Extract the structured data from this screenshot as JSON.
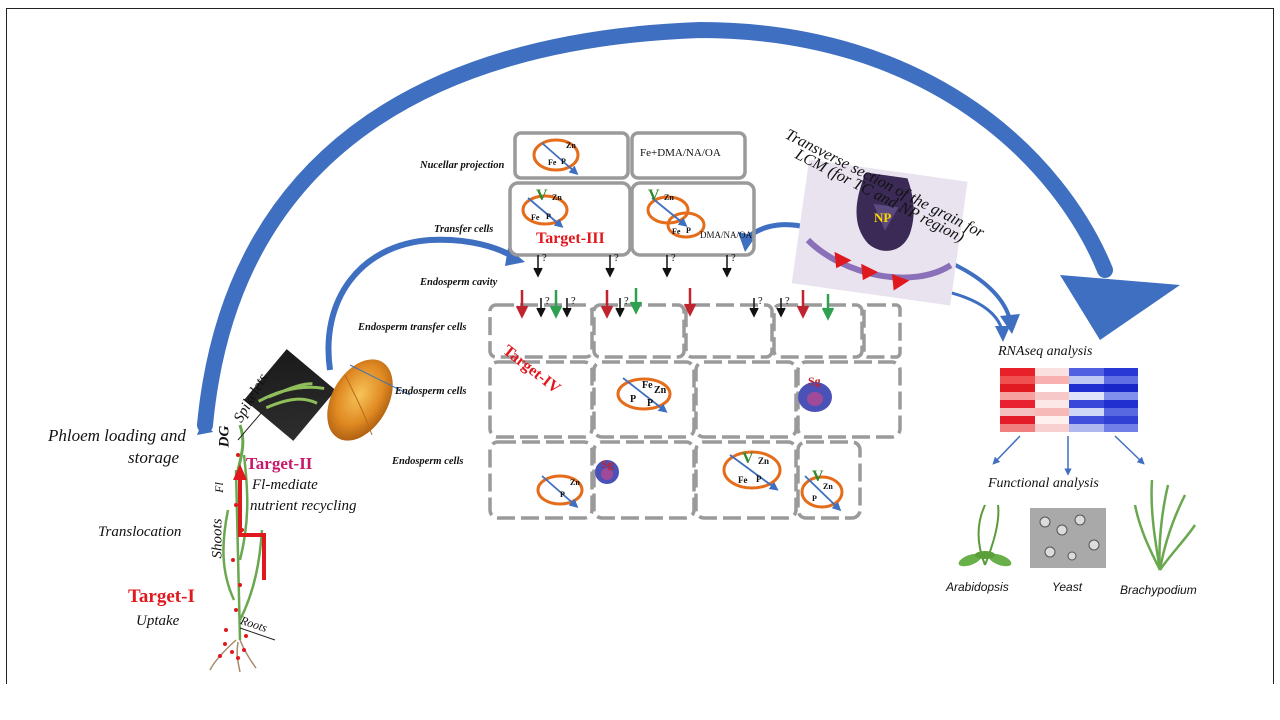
{
  "labels": {
    "phloem_loading": "Phloem loading and",
    "storage": "storage",
    "translocation": "Translocation",
    "target_i": "Target-I",
    "uptake": "Uptake",
    "roots": "Roots",
    "shoots": "Shoots",
    "fl": "Fl",
    "dg": "DG",
    "spikelets": "Spikelets",
    "target_ii": "Target-II",
    "fl_mediate": "Fl-mediate",
    "nutrient_recycling": "nutrient recycling",
    "nucellar_projection": "Nucellar projection",
    "transfer_cells": "Transfer cells",
    "endosperm_cavity": "Endosperm cavity",
    "endosperm_transfer_cells": "Endosperm transfer cells",
    "endosperm_cells_1": "Endosperm cells",
    "endosperm_cells_2": "Endosperm cells",
    "target_iii": "Target-III",
    "target_iv": "Target-IV",
    "fe_dma": "Fe+DMA/NA/OA",
    "dma_na_oa": "DMA/NA/OA",
    "transverse_1": "Transverse section of the grain for",
    "transverse_2": "LCM (for TC and NP region)",
    "np": "NP",
    "rnaseq": "RNAseq analysis",
    "functional": "Functional analysis",
    "arabidopsis": "Arabidopsis",
    "yeast": "Yeast",
    "brachypodium": "Brachypodium"
  },
  "cell_marks": {
    "zn": "Zn",
    "fe": "Fe",
    "p": "P",
    "v": "V",
    "sg": "Sg",
    "q": "?"
  },
  "colors": {
    "arrow_blue": "#3f6fc0",
    "target_red": "#e0191e",
    "target_pink": "#c8186a",
    "cell_gray": "#9a9a9a",
    "vacuole_orange": "#e46c1a",
    "sg_blue": "#4a52b8",
    "sg_red": "#c0242e",
    "v_green": "#2f8a2f"
  },
  "heatmap_columns": [
    [
      "#e8202a",
      "#f05050",
      "#e01a20",
      "#f6a0a0",
      "#e82030",
      "#f4c0c0",
      "#e41c28",
      "#f08080"
    ],
    [
      "#fbe0e0",
      "#f8b0b0",
      "#ffffff",
      "#f6c8c8",
      "#fde8e8",
      "#f7b8b8",
      "#fff0f0",
      "#f9d0d0"
    ],
    [
      "#5060e0",
      "#c0c8f4",
      "#2030d0",
      "#e0e4fa",
      "#3848d8",
      "#d0d8f8",
      "#4050dc",
      "#b0b8f0"
    ],
    [
      "#2838d4",
      "#6070e4",
      "#1828c8",
      "#8090ec",
      "#2030d0",
      "#5868e0",
      "#3040d4",
      "#7080e8"
    ]
  ]
}
